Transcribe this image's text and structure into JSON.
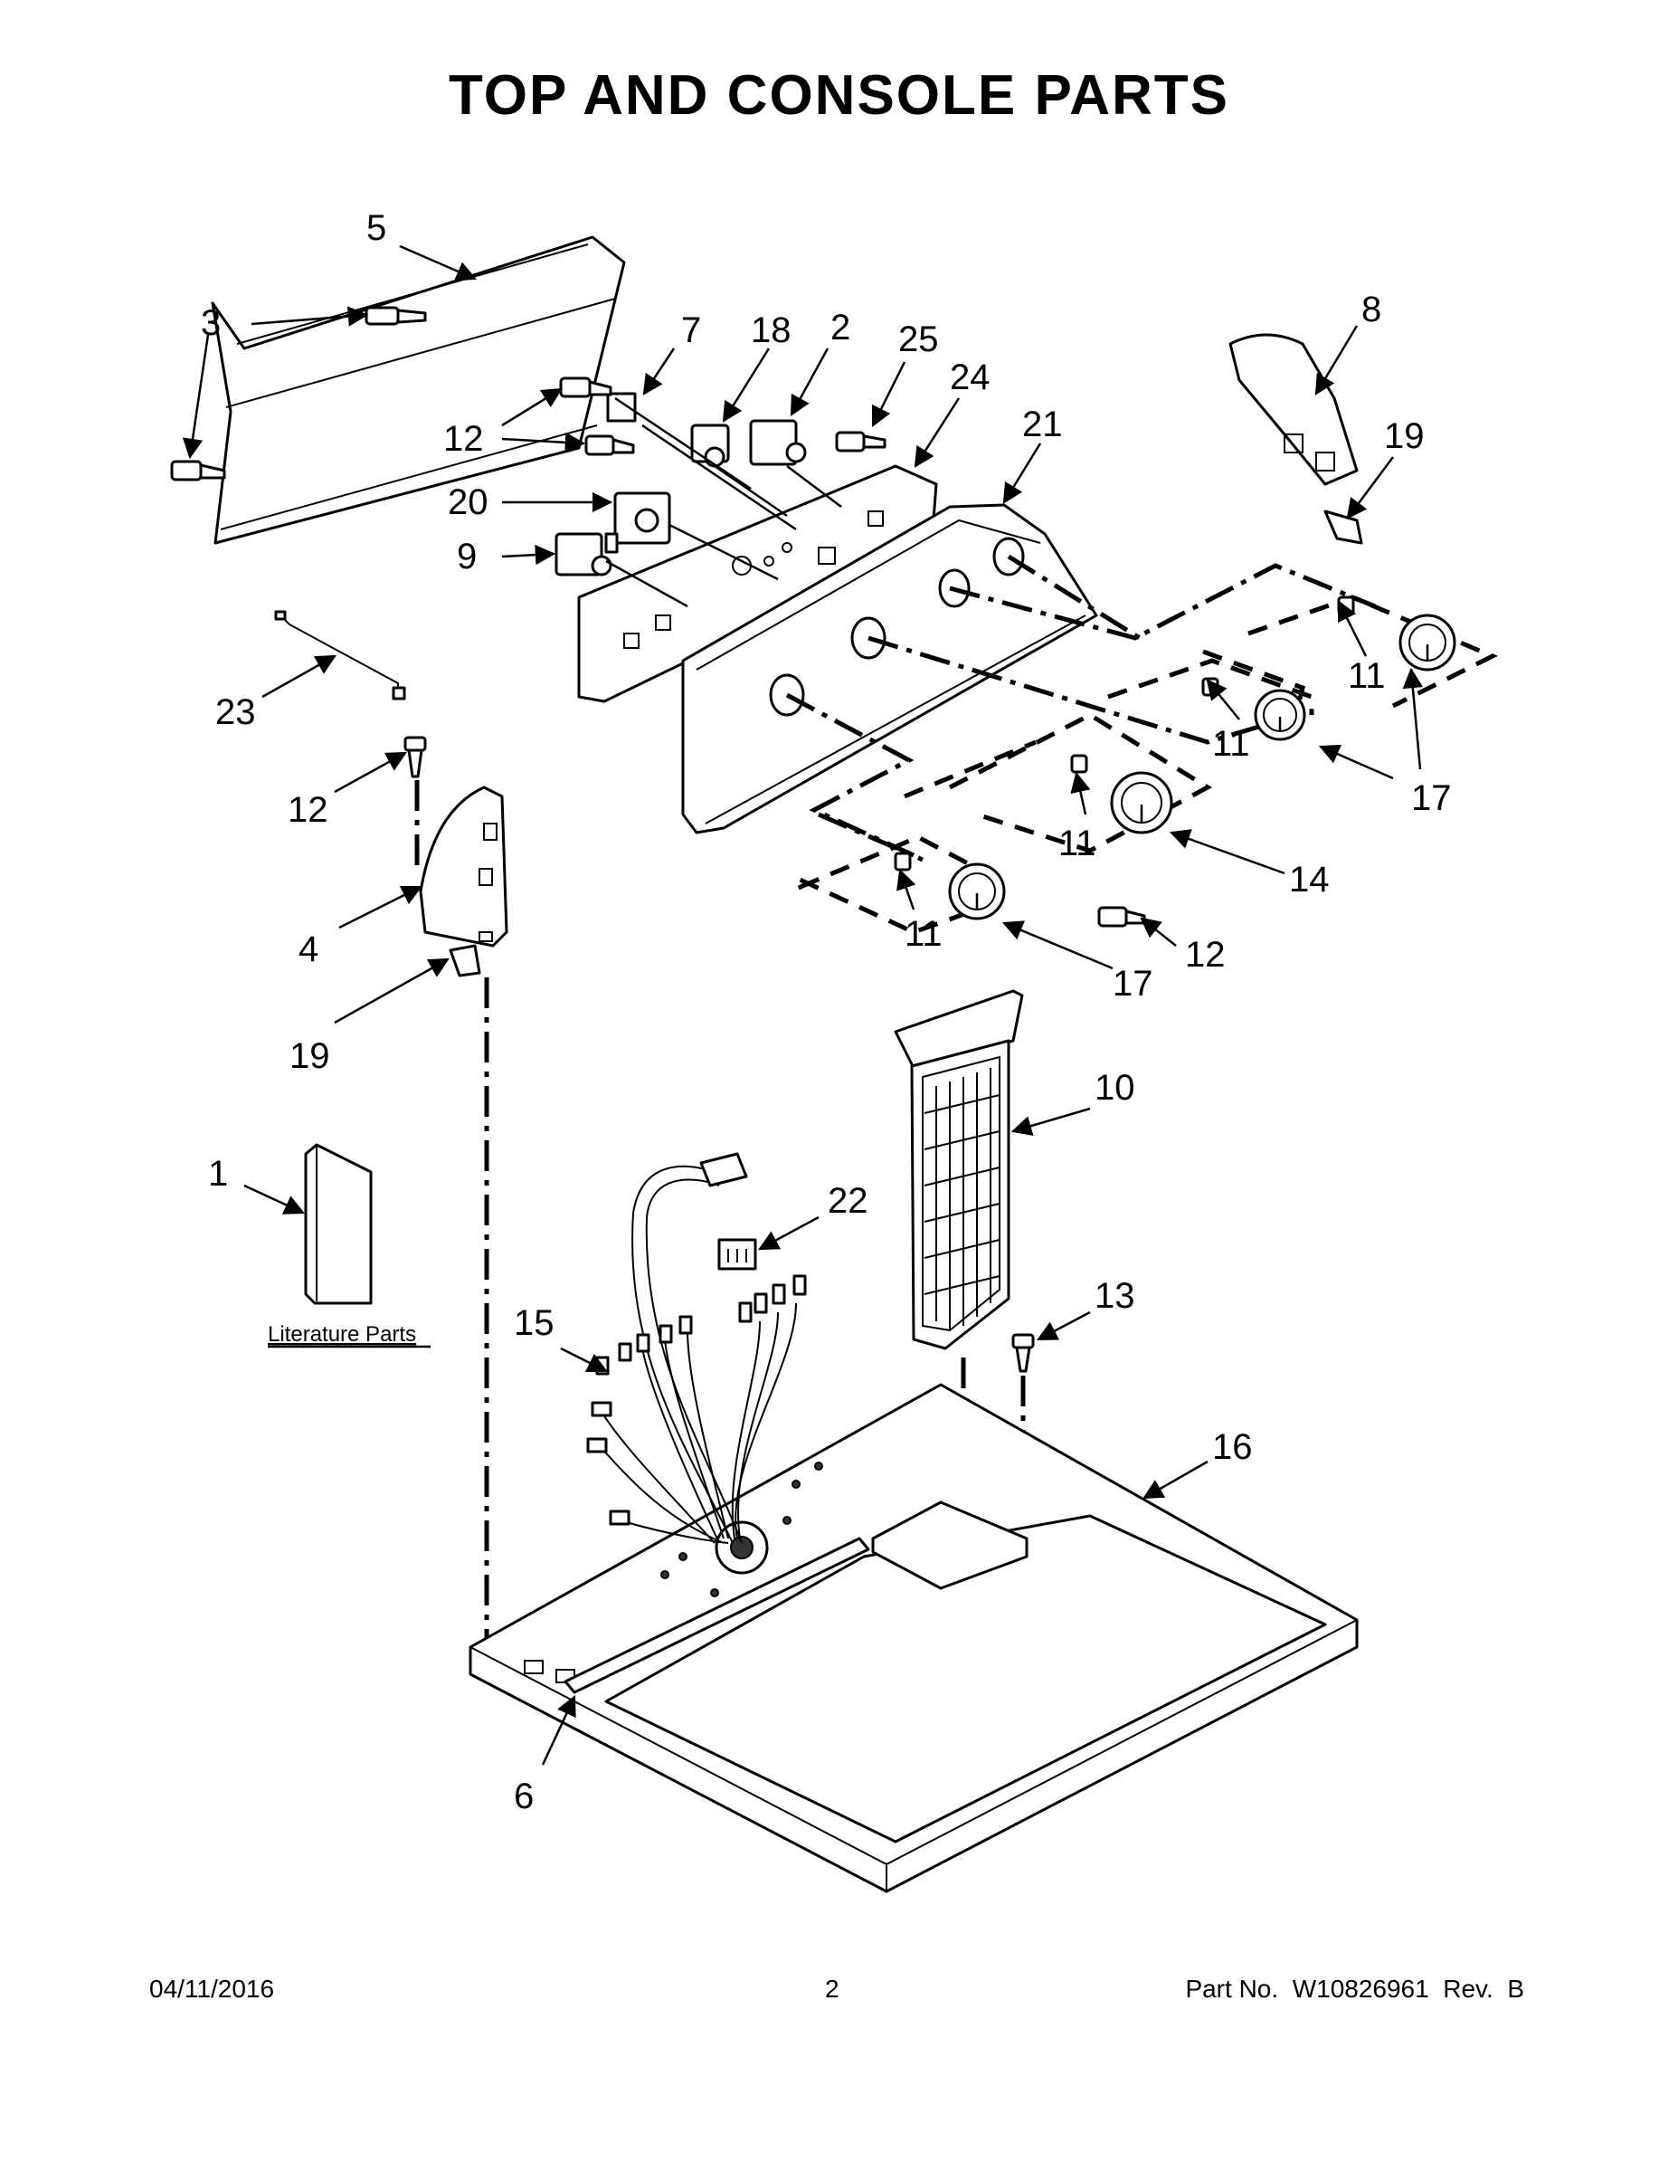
{
  "title": "TOP AND CONSOLE PARTS",
  "literature_label": "Literature Parts",
  "callouts": {
    "c1": "1",
    "c2": "2",
    "c3": "3",
    "c4": "4",
    "c5": "5",
    "c6": "6",
    "c7": "7",
    "c8": "8",
    "c9": "9",
    "c10": "10",
    "c13": "13",
    "c14": "14",
    "c15": "15",
    "c16": "16",
    "c18": "18",
    "c20": "20",
    "c21": "21",
    "c22": "22",
    "c23": "23",
    "c24": "24",
    "c25": "25",
    "c11a": "11",
    "c11b": "11",
    "c11c": "11",
    "c11d": "11",
    "c12a": "12",
    "c12b": "12",
    "c12c": "12",
    "c17a": "17",
    "c17b": "17",
    "c19a": "19",
    "c19b": "19"
  },
  "footer": {
    "date": "04/11/2016",
    "page": "2",
    "part_no": "Part No.  W10826961  Rev.  B"
  }
}
